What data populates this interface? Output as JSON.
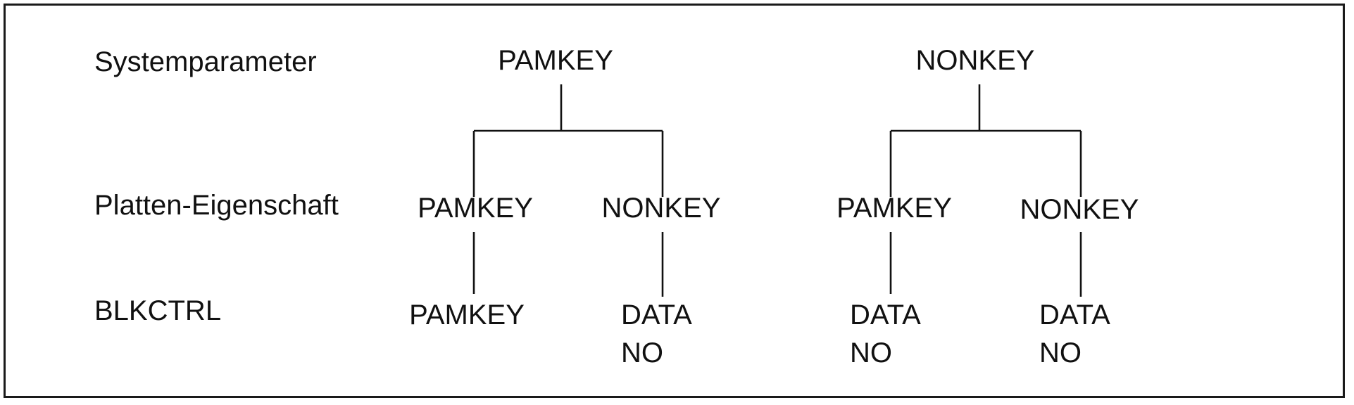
{
  "labels": {
    "row1": "Systemparameter",
    "row2": "Platten-Eigenschaft",
    "row3": "BLKCTRL"
  },
  "trees": [
    {
      "root": "PAMKEY",
      "branches": [
        {
          "disk": "PAMKEY",
          "blkctrl": [
            "PAMKEY"
          ]
        },
        {
          "disk": "NONKEY",
          "blkctrl": [
            "DATA",
            "NO"
          ]
        }
      ]
    },
    {
      "root": "NONKEY",
      "branches": [
        {
          "disk": "PAMKEY",
          "blkctrl": [
            "DATA",
            "NO"
          ]
        },
        {
          "disk": "NONKEY",
          "blkctrl": [
            "DATA",
            "NO"
          ]
        }
      ]
    }
  ]
}
